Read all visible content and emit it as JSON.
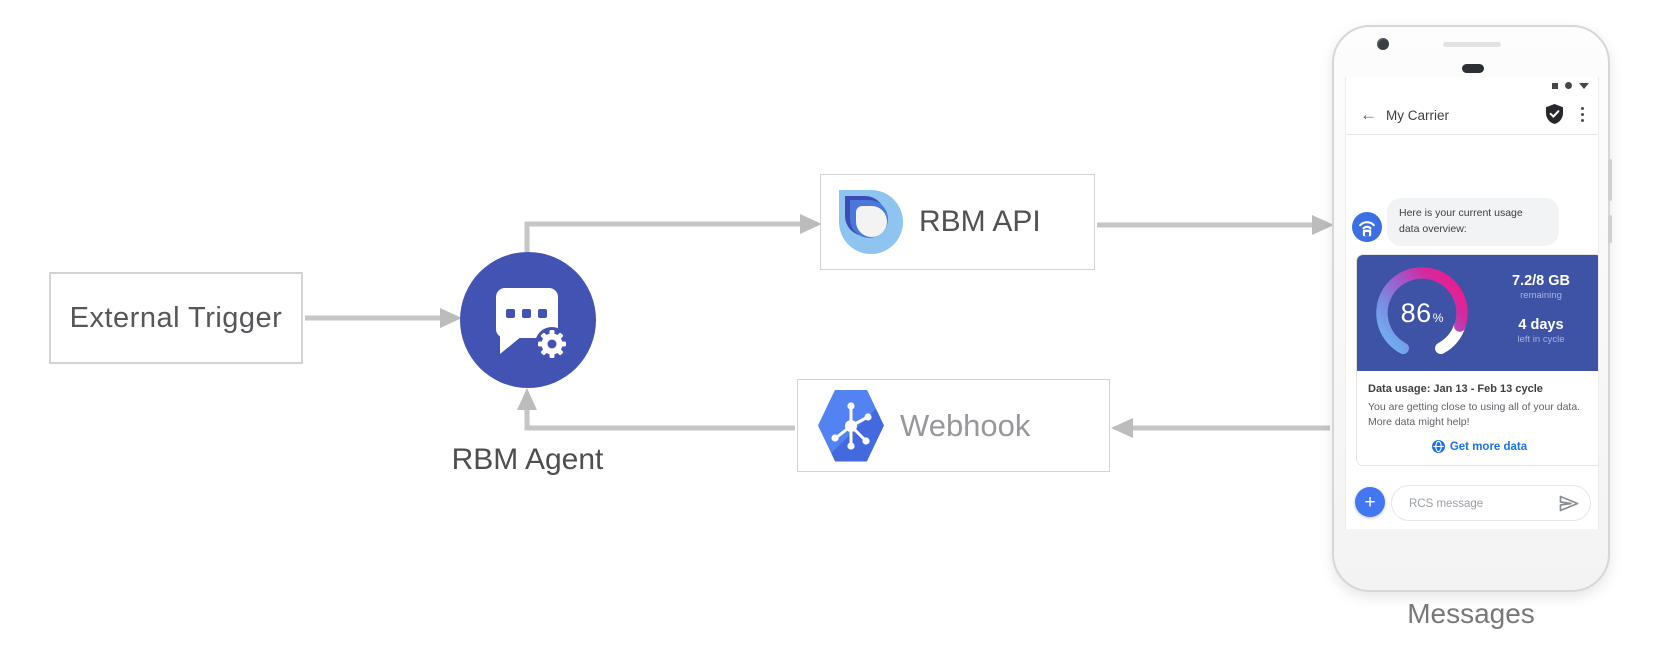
{
  "diagram": {
    "external_trigger_label": "External Trigger",
    "rbm_agent_label": "RBM Agent",
    "rbm_api_label": "RBM API",
    "webhook_label": "Webhook",
    "phone_caption": "Messages",
    "arrow_color": "#c6c6c6",
    "agent_circle_color": "#4353b4",
    "webhook_hex_color": "#5382f3"
  },
  "phone": {
    "header": {
      "back_icon": "←",
      "title": "My Carrier"
    },
    "chat": {
      "bubble_line1": "Here is your current usage",
      "bubble_line2": "data overview:"
    },
    "usage_card": {
      "gauge_percent": 86,
      "percent_value": "86",
      "percent_unit": "%",
      "remaining_value": "7.2/8 GB",
      "remaining_label": "remaining",
      "days_value": "4 days",
      "days_label": "left in cycle",
      "title": "Data usage: Jan 13 - Feb 13 cycle",
      "body_line1": "You are getting close to using all of your data.",
      "body_line2": "More data might help!",
      "action_label": "Get more data",
      "card_blue": "#3e52a6",
      "gauge_gradient": [
        "#6fb3f4",
        "#7d87dd",
        "#a455c9",
        "#d12ba2",
        "#ef1a8d"
      ],
      "action_color": "#1a73e8"
    },
    "compose": {
      "plus_icon": "+",
      "placeholder": "RCS message"
    }
  }
}
